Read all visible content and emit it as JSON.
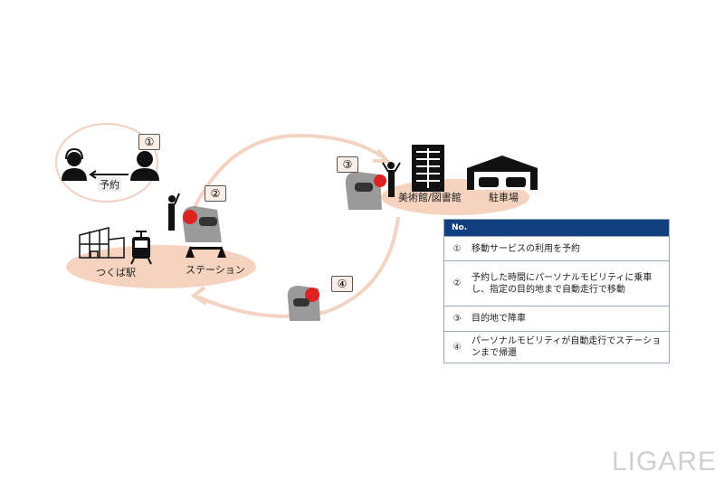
{
  "diagram": {
    "reservation_label": "予約",
    "station_name": "つくば駅",
    "station_label": "ステーション",
    "destination_label": "美術館/図書館",
    "parking_label": "駐車場",
    "steps_markers": [
      "①",
      "②",
      "③",
      "④"
    ]
  },
  "table": {
    "header": "No.",
    "rows": [
      {
        "no": "①",
        "text": "移動サービスの利用を予約"
      },
      {
        "no": "②",
        "text": "予約した時間にパーソナルモビリティに乗車し、指定の目的地まで自動走行で移動"
      },
      {
        "no": "③",
        "text": "目的地で降車"
      },
      {
        "no": "④",
        "text": "パーソナルモビリティが自動走行でステーションまで帰還"
      }
    ]
  },
  "logo": "LIGARE",
  "colors": {
    "accent": "#f5d3bf",
    "header": "#123f80"
  }
}
